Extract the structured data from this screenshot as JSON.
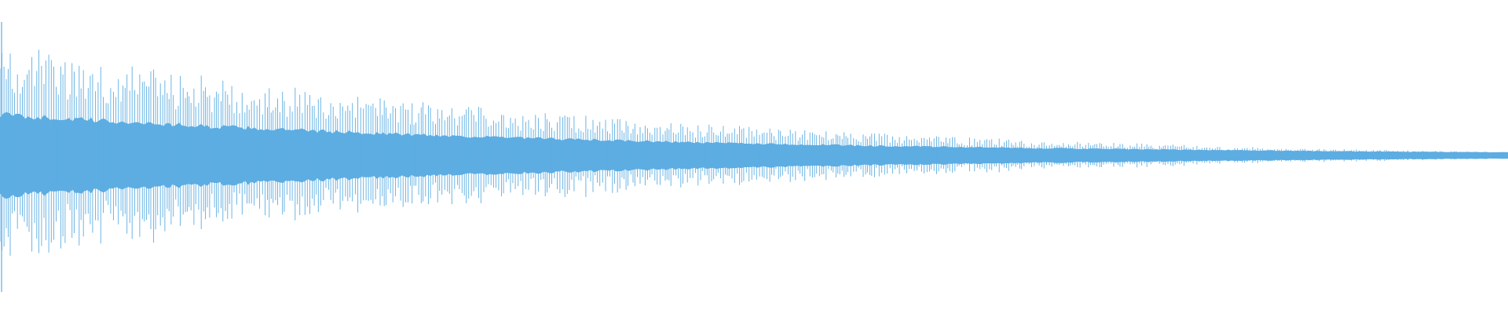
{
  "waveform": {
    "color": "#5dade2",
    "background": "#ffffff",
    "peak_amplitude_start": 0.72,
    "peak_amplitude_end": 0.02,
    "body_amplitude_start": 0.26,
    "body_amplitude_end": 0.02,
    "envelope_shape": "exponential-decay",
    "channels": 1,
    "cursor_at_start": true
  }
}
